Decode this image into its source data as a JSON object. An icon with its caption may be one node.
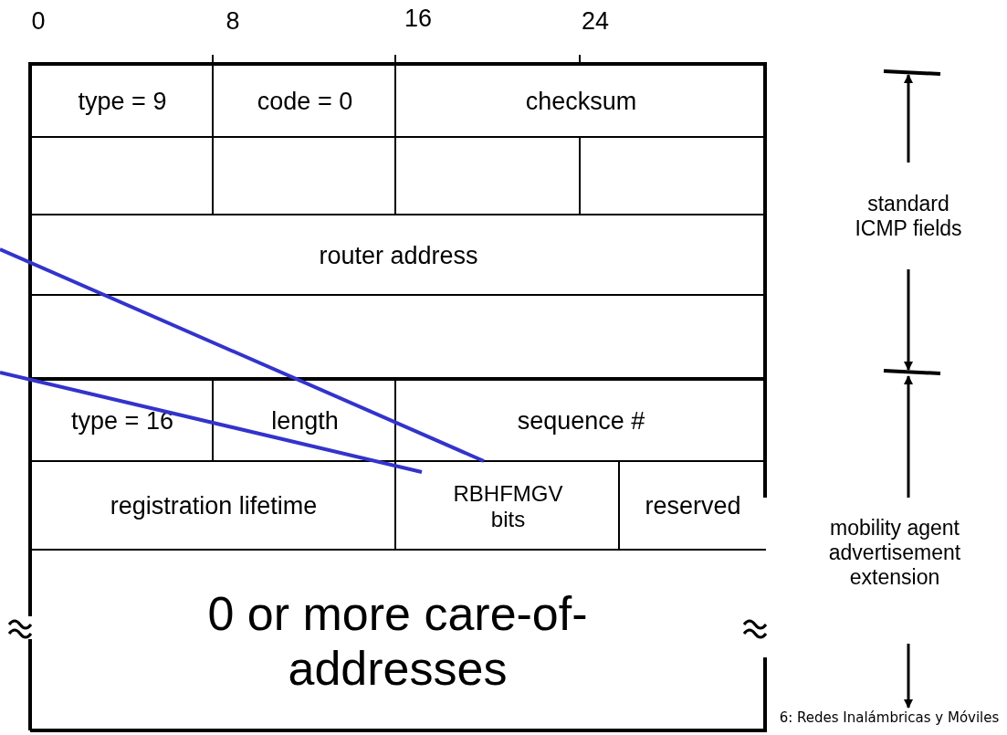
{
  "diagram": {
    "nodes": [
      {
        "text": [
          "type = 9"
        ]
      },
      {
        "text": [
          "code = 0"
        ]
      },
      {
        "text": [
          "checksum"
        ]
      },
      {
        "text": [],
        "shape": "box"
      },
      {
        "text": [],
        "shape": "box"
      },
      {
        "text": [],
        "shape": "box"
      },
      {
        "text": [],
        "shape": "box"
      },
      {
        "text": [
          "router address"
        ]
      },
      {
        "text": [],
        "shape": "box"
      },
      {
        "text": [
          "type = 16"
        ]
      },
      {
        "text": [
          "length"
        ]
      },
      {
        "text": [
          "sequence #"
        ]
      },
      {
        "text": [
          "registration lifetime"
        ]
      },
      {
        "text": [
          "RBHFMGV bits"
        ]
      },
      {
        "text": [
          "reserved"
        ]
      },
      {
        "text": [
          "0 or more care-of-addresses"
        ]
      }
    ],
    "edges": [
      {
        "from": null,
        "to": 13,
        "arrow": "none",
        "color": "#3333cc"
      },
      {
        "from": null,
        "to": 13,
        "arrow": "none",
        "color": "#3333cc"
      }
    ],
    "labels": [
      "0",
      "8",
      "16",
      "24",
      "standard ICMP fields",
      "mobility agent advertisement extension",
      "6: Redes Inalámbricas y Móviles"
    ]
  }
}
